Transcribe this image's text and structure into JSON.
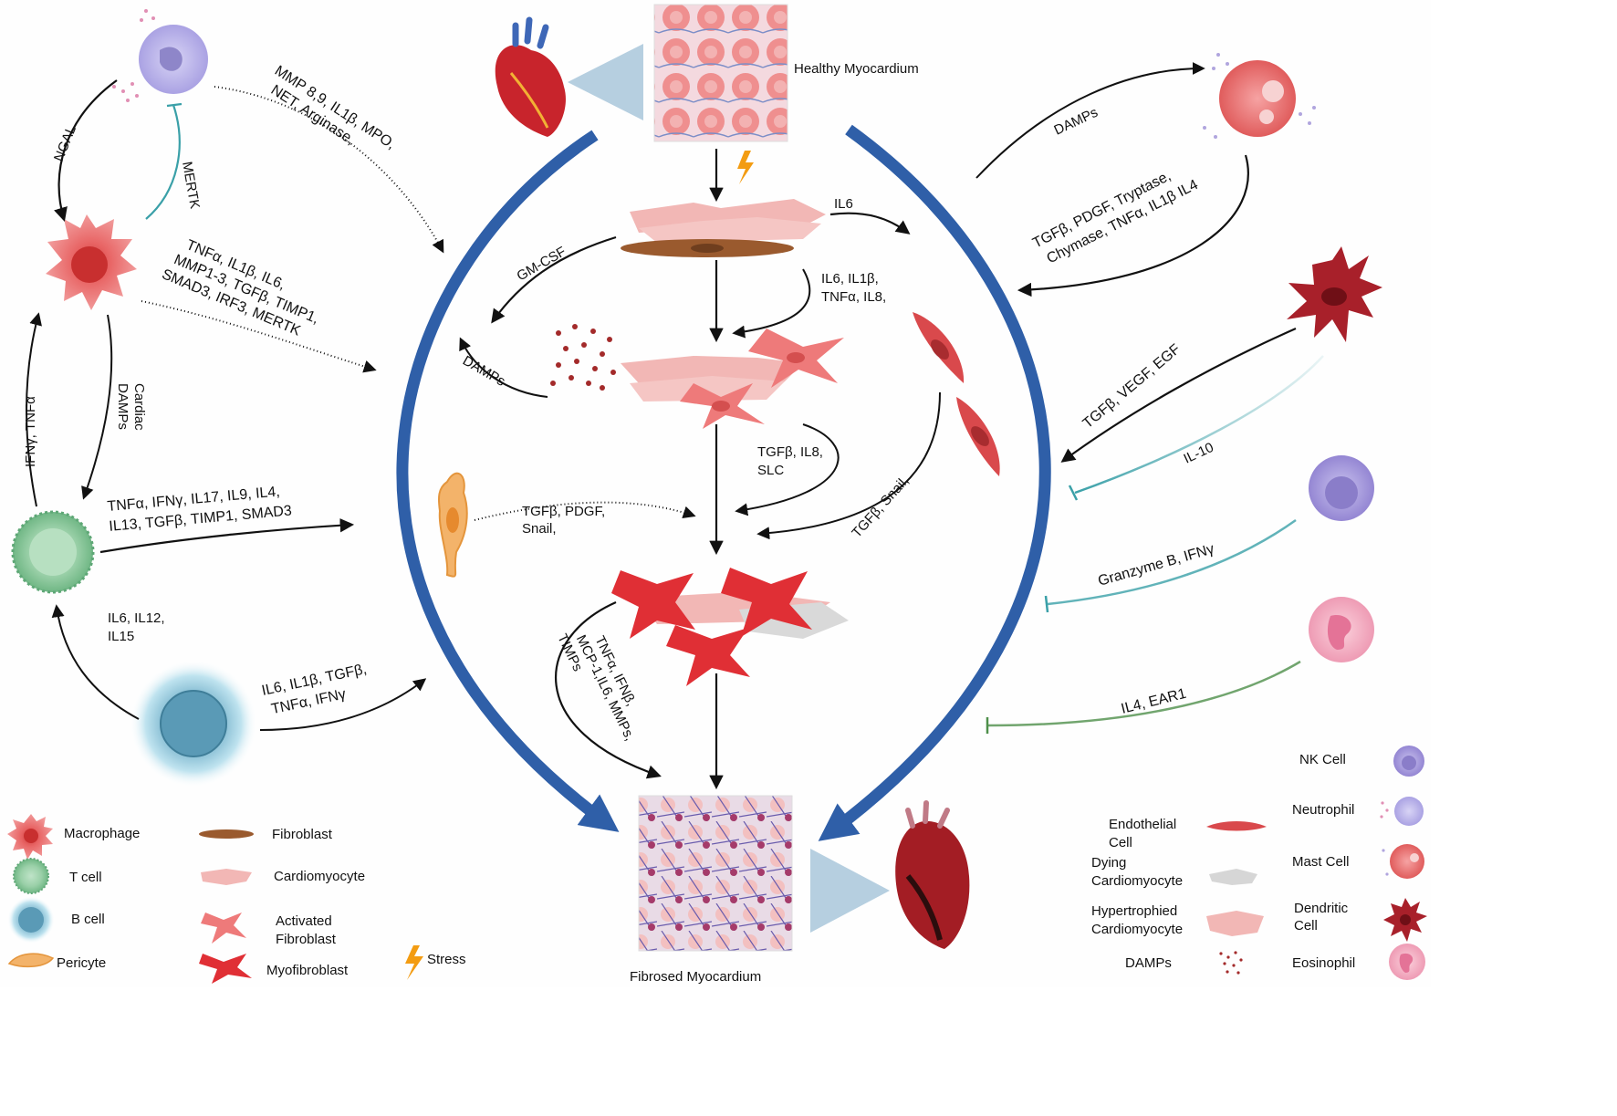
{
  "tissue": {
    "healthy": "Healthy Myocardium",
    "fibrosed": "Fibrosed Myocardium"
  },
  "labels": {
    "neutrophil_mediators": [
      "MMP 8,9, IL1β, MPO,",
      "NET, Arginase,"
    ],
    "ngal": "NGAL",
    "mertk": "MERTK",
    "macrophage_mediators": [
      "TNFα, IL1β, IL6,",
      "MMP1-3, TGFβ, TIMP1,",
      "SMAD3, IRF3, MERTK"
    ],
    "ifn_tnf": "IFNγ, TNFα",
    "cardiac_damps": [
      "Cardiac",
      "DAMPs"
    ],
    "tcell_mediators": [
      "TNFα, IFNγ, IL17, IL9, IL4,",
      "IL13, TGFβ, TIMP1, SMAD3"
    ],
    "il6_il12": [
      "IL6, IL12,",
      "IL15"
    ],
    "bcell_mediators": [
      "IL6, IL1β, TGFβ,",
      "TNFα, IFNγ"
    ],
    "il6": "IL6",
    "gmcsf": "GM-CSF",
    "il6_il1b": [
      "IL6, IL1β,",
      "TNFα, IL8,"
    ],
    "damps_center": "DAMPs",
    "tgfb_il8": [
      "TGFβ, IL8,",
      "SLC"
    ],
    "tgfb_snail_right": "TGFβ, Snail,",
    "pericyte_mediators": [
      "TGFβ, PDGF,",
      "Snail,"
    ],
    "myofib_mediators": [
      "TNFα, IFNβ,",
      "MCP-1,IL6, MMPs,",
      "TIMPs"
    ],
    "mast_damps": "DAMPs",
    "mast_mediators": [
      "TGFβ, PDGF, Tryptase,",
      "Chymase, TNFα, IL1β IL4"
    ],
    "dc_mediators": "TGFβ, VEGF, EGF",
    "il10": "IL-10",
    "granzyme": "Granzyme B, IFNγ",
    "il4_ear1": "IL4, EAR1"
  },
  "legend": {
    "macrophage": "Macrophage",
    "tcell": "T cell",
    "bcell": "B cell",
    "pericyte": "Pericyte",
    "fibroblast": "Fibroblast",
    "cardiomyocyte": "Cardiomyocyte",
    "activated_fibroblast": [
      "Activated",
      "Fibroblast"
    ],
    "myofibroblast": "Myofibroblast",
    "stress": "Stress",
    "endothelial": [
      "Endothelial",
      "Cell"
    ],
    "dying_cardiomyocyte": [
      "Dying",
      "Cardiomyocyte"
    ],
    "hypertrophied_cardiomyocyte": [
      "Hypertrophied",
      "Cardiomyocyte"
    ],
    "damps": "DAMPs",
    "nk_cell": "NK Cell",
    "neutrophil": "Neutrophil",
    "mast_cell": "Mast Cell",
    "dendritic_cell": [
      "Dendritic",
      "Cell"
    ],
    "eosinophil": "Eosinophil"
  },
  "colors": {
    "big_arrow": "#2f5fa8",
    "macrophage": "#e55a5a",
    "tcell": "#8cc9a0",
    "bcell": "#6aa8c4",
    "neutrophil": "#b9b3ea",
    "mast": "#e46b6b",
    "dendritic": "#a8202a",
    "nk": "#9b8fd6",
    "eosinophil": "#f0a1b8",
    "fibroblast": "#9a5a2e",
    "cardiomyocyte": "#f2b7b5",
    "myofibroblast": "#e02f35",
    "inhibit_teal": "#3aa0a8",
    "inhibit_green": "#4e8f4a",
    "stress": "#f39c12"
  }
}
